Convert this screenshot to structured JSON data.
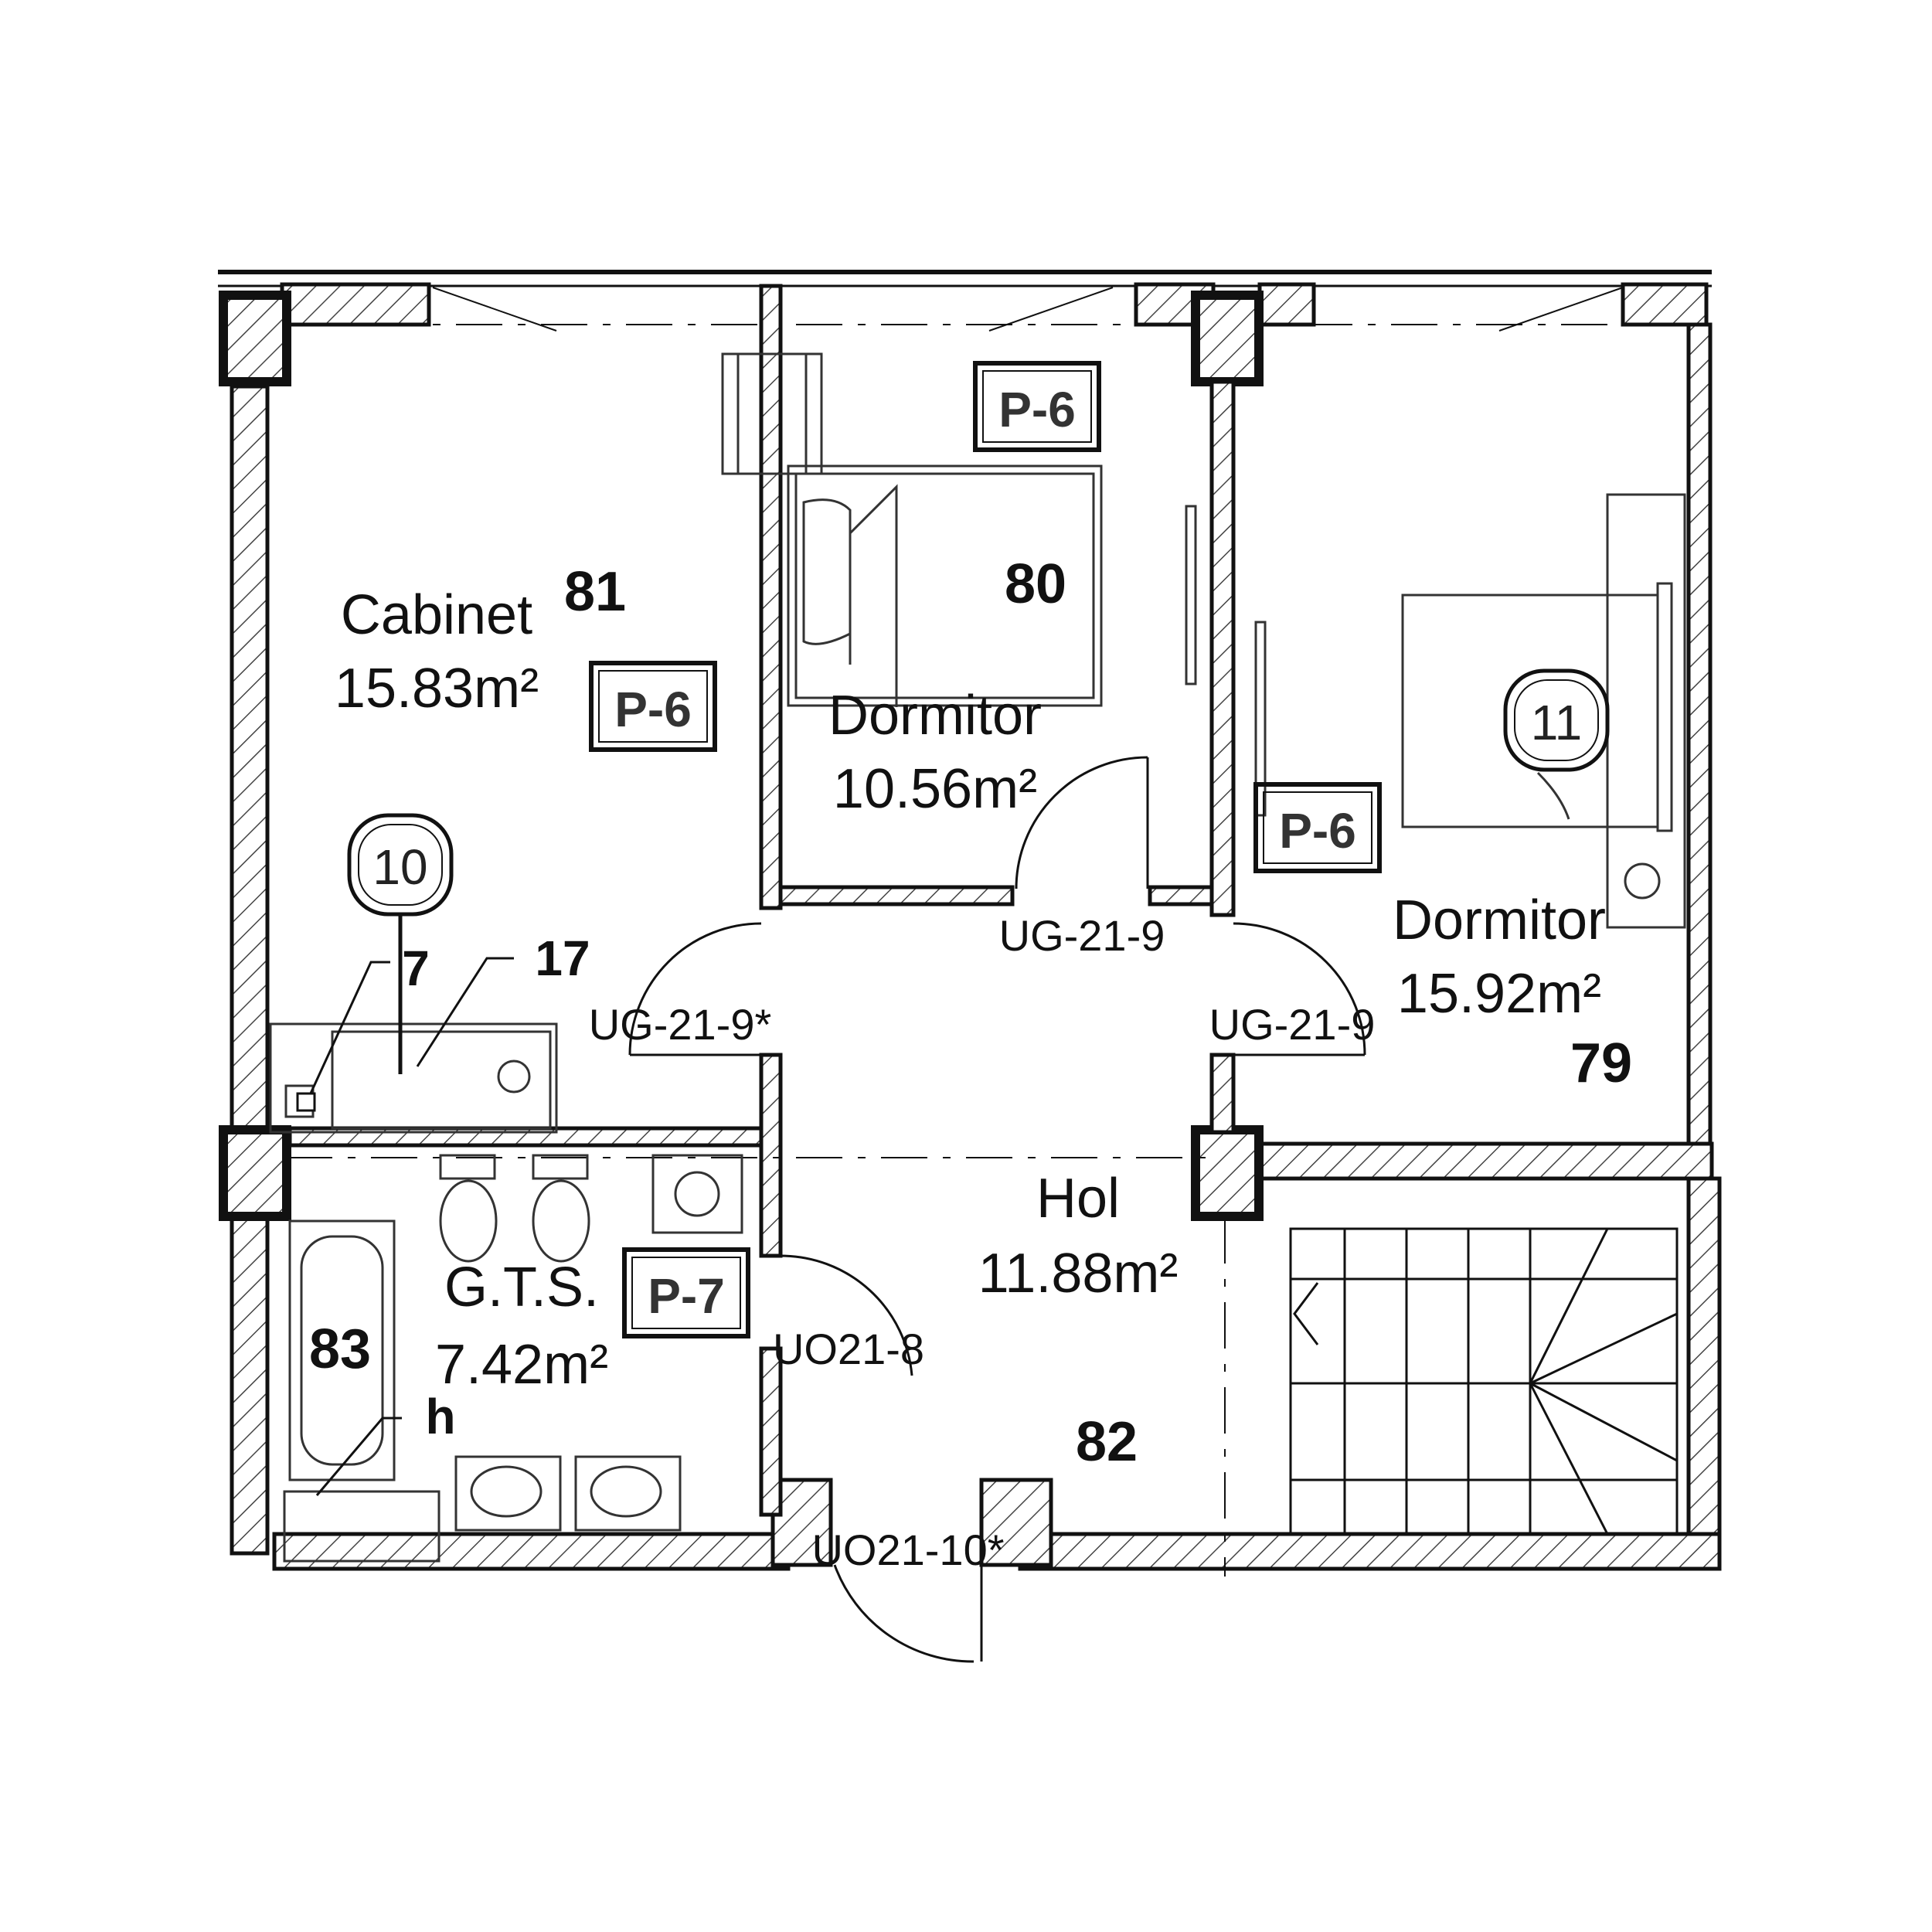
{
  "rooms": {
    "cabinet": {
      "name": "Cabinet",
      "area": "15.83m²",
      "number": "81",
      "tag": "P-6"
    },
    "dormitor_small": {
      "name": "Dormitor",
      "area": "10.56m²",
      "number": "80",
      "tag": "P-6"
    },
    "dormitor_large": {
      "name": "Dormitor",
      "area": "15.92m²",
      "number": "79",
      "tag": "P-6"
    },
    "gts": {
      "name": "G.T.S.",
      "area": "7.42m²",
      "number": "83",
      "tag": "P-7"
    },
    "hol": {
      "name": "Hol",
      "area": "11.88m²",
      "number": "82"
    }
  },
  "callouts": {
    "c10": "10",
    "c11": "11"
  },
  "markers": {
    "m7": "7",
    "m17": "17",
    "mh": "h"
  },
  "doors": {
    "d1": "UG-21-9*",
    "d2": "UG-21-9",
    "d3": "UG-21-9",
    "d4": "UO21-8",
    "d5": "UO21-10*"
  }
}
